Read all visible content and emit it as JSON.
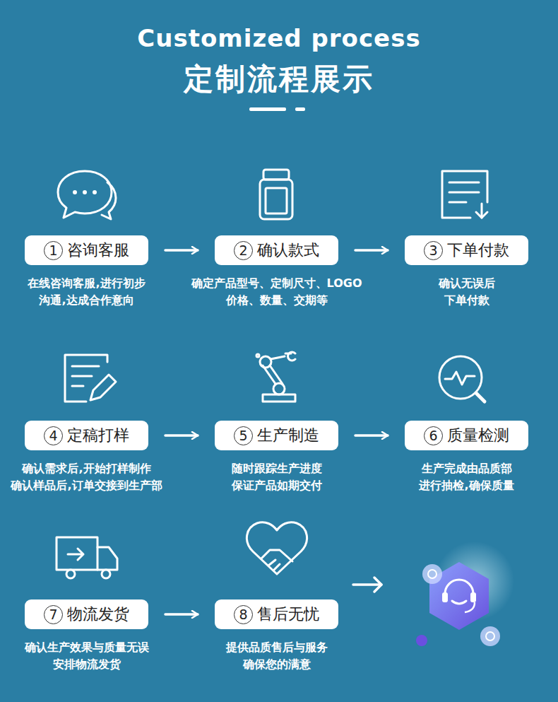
{
  "diagram": {
    "title": "Customized process",
    "nodes": [
      {
        "text": [
          "1",
          "咨询客服",
          "在线咨询客服,进行初步 沟通,达成合作意向"
        ]
      },
      {
        "text": [
          "2",
          "确认款式",
          "确定产品型号、定制尺寸、LOGO 价格、数量、交期等"
        ]
      },
      {
        "text": [
          "3",
          "下单付款",
          "确认无误后 下单付款"
        ]
      },
      {
        "text": [
          "4",
          "定稿打样",
          "确认需求后,开始打样制作 确认样品后,订单交接到生产部"
        ]
      },
      {
        "text": [
          "5",
          "生产制造",
          "随时跟踪生产进度 保证产品如期交付"
        ]
      },
      {
        "text": [
          "6",
          "质量检测",
          "生产完成由品质部 进行抽检,确保质量"
        ]
      },
      {
        "text": [
          "7",
          "物流发货",
          "确认生产效果与质量无误 安排物流发货"
        ]
      },
      {
        "text": [
          "8",
          "售后无忧",
          "提供品质售后与服务 确保您的满意"
        ]
      }
    ],
    "edges": [
      {
        "from": 0,
        "to": 1,
        "arrow": "to"
      },
      {
        "from": 1,
        "to": 2,
        "arrow": "to"
      },
      {
        "from": 3,
        "to": 4,
        "arrow": "to"
      },
      {
        "from": 4,
        "to": 5,
        "arrow": "to"
      },
      {
        "from": 6,
        "to": 7,
        "arrow": "to"
      }
    ],
    "labels": [
      "定制流程展示"
    ]
  }
}
